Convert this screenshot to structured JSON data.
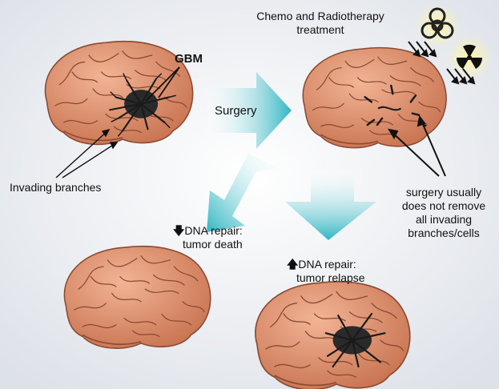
{
  "labels": {
    "gbm": "GBM",
    "invading_branches": "Invading branches",
    "surgery": "Surgery",
    "chemo_line1": "Chemo and Radiotherapy",
    "chemo_line2": "treatment",
    "death_line1": "DNA repair:",
    "death_line2": "tumor death",
    "relapse_line1": "DNA repair:",
    "relapse_line2": "tumor relapse",
    "note_line1": "surgery usually",
    "note_line2": "does not remove",
    "note_line3": "all invading",
    "note_line4": "branches/cells"
  },
  "colors": {
    "brain_fill": "#e09a78",
    "brain_stroke": "#8a4a32",
    "tumor": "#2a2a2a",
    "arrow_teal": "#3bbfc9",
    "hazard_yellow": "#f2e27a",
    "background": "#e6e8ee"
  },
  "icons": {
    "down_arrow": "down-arrow-icon",
    "up_arrow": "up-arrow-icon",
    "biohazard": "biohazard-icon",
    "radiation": "radiation-icon"
  }
}
